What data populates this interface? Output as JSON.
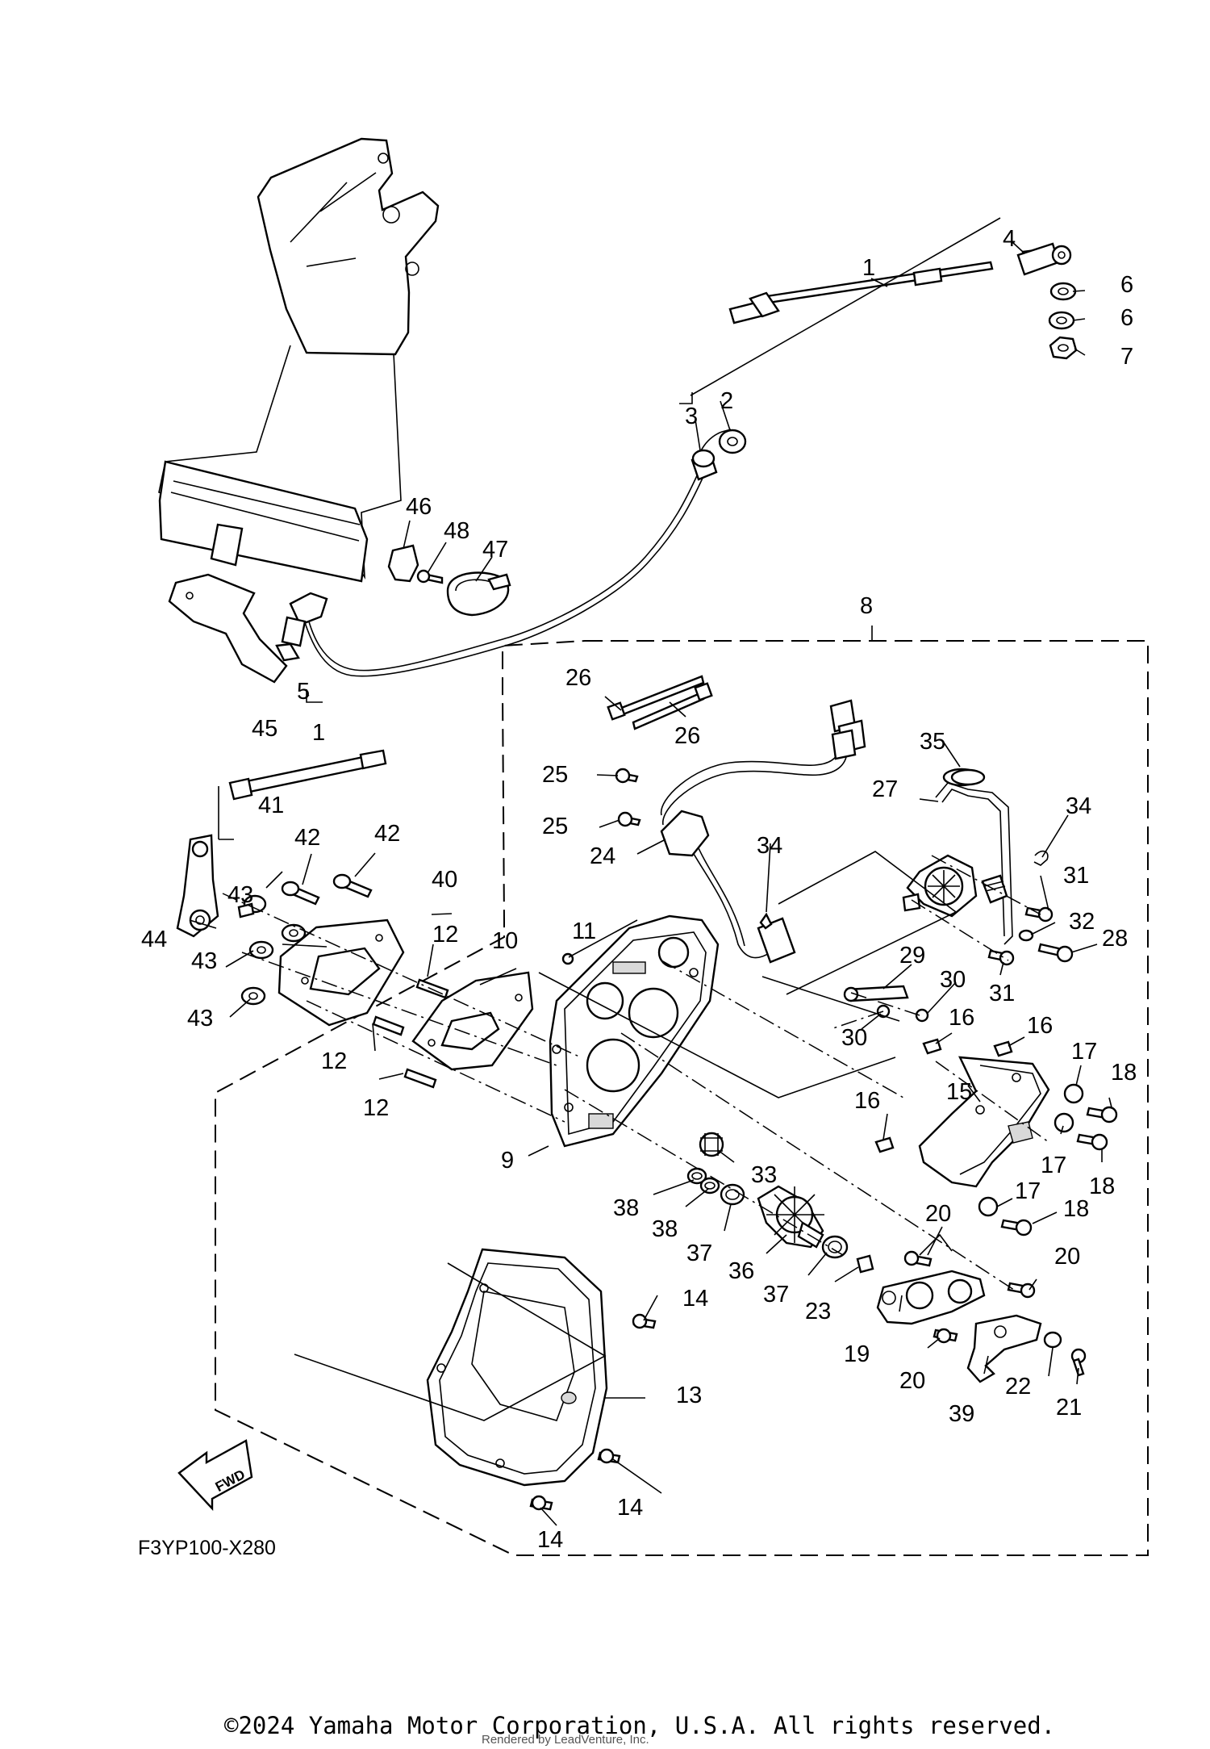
{
  "diagram": {
    "code": "F3YP100-X280",
    "fwd_label": "FWD",
    "callouts": [
      "1",
      "2",
      "3",
      "4",
      "5",
      "6",
      "7",
      "8",
      "9",
      "10",
      "11",
      "12",
      "13",
      "14",
      "15",
      "16",
      "17",
      "18",
      "19",
      "20",
      "21",
      "22",
      "23",
      "24",
      "25",
      "26",
      "27",
      "28",
      "29",
      "30",
      "31",
      "32",
      "33",
      "34",
      "35",
      "36",
      "37",
      "38",
      "39",
      "40",
      "41",
      "42",
      "43",
      "44",
      "45",
      "46",
      "47",
      "48"
    ]
  },
  "footer": {
    "copyright": "©2024 Yamaha Motor Corporation, U.S.A. All rights reserved.",
    "rendered_by": "Rendered by LeadVenture, Inc."
  }
}
